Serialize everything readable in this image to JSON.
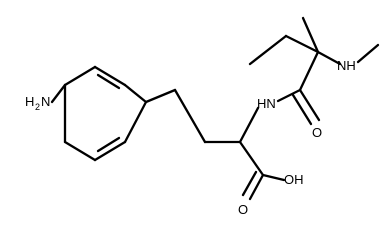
{
  "molecule": {
    "atom_labels": {
      "amine_h": "H",
      "amine_sub": "2",
      "amine_n": "N",
      "amide_nh": "HN",
      "methylamino_nh": "NH",
      "carbonyl_o": "O",
      "acid_oh": "OH",
      "acid_o": "O"
    }
  }
}
